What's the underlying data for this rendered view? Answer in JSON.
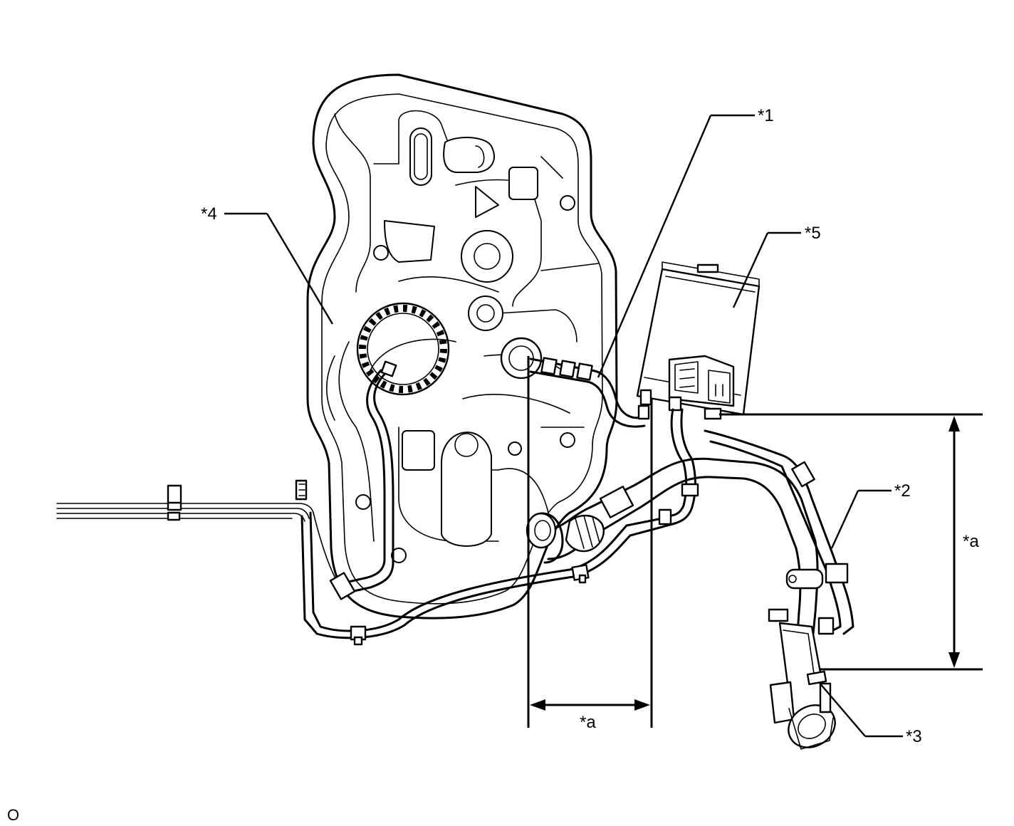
{
  "callouts": {
    "c1": "*1",
    "c2": "*2",
    "c3": "*3",
    "c4": "*4",
    "c5": "*5"
  },
  "dimensions": {
    "horizontal": "*a",
    "vertical": "*a"
  },
  "corner_mark": "O",
  "colors": {
    "line": "#000000",
    "background": "#ffffff"
  }
}
